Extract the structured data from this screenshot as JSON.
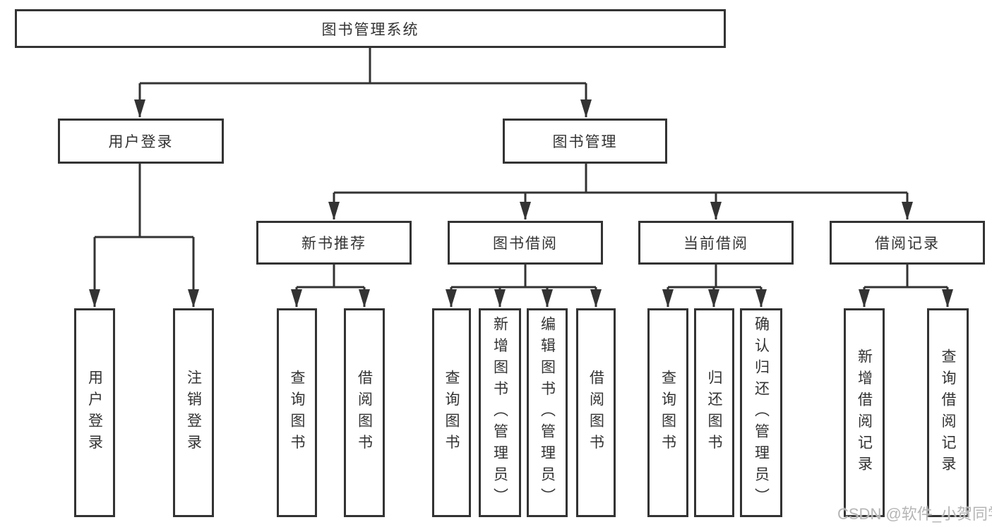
{
  "tree": {
    "root": {
      "label": "图书管理系统",
      "children": [
        {
          "label": "用户登录",
          "children": [
            {
              "label": "用户登录"
            },
            {
              "label": "注销登录"
            }
          ]
        },
        {
          "label": "图书管理",
          "children": [
            {
              "label": "新书推荐",
              "children": [
                {
                  "label": "查询图书"
                },
                {
                  "label": "借阅图书"
                }
              ]
            },
            {
              "label": "图书借阅",
              "children": [
                {
                  "label": "查询图书"
                },
                {
                  "label": "新增图书（管理员）"
                },
                {
                  "label": "编辑图书（管理员）"
                },
                {
                  "label": "借阅图书"
                }
              ]
            },
            {
              "label": "当前借阅",
              "children": [
                {
                  "label": "查询图书"
                },
                {
                  "label": "归还图书"
                },
                {
                  "label": "确认归还（管理员）"
                }
              ]
            },
            {
              "label": "借阅记录",
              "children": [
                {
                  "label": "新增借阅记录"
                },
                {
                  "label": "查询借阅记录"
                }
              ]
            }
          ]
        }
      ]
    }
  },
  "watermark": {
    "text": "CSDN @软件_小贺同学"
  },
  "colors": {
    "line": "#333333",
    "text": "#333333",
    "watermark": "#b5b5b5",
    "bg": "#ffffff"
  }
}
